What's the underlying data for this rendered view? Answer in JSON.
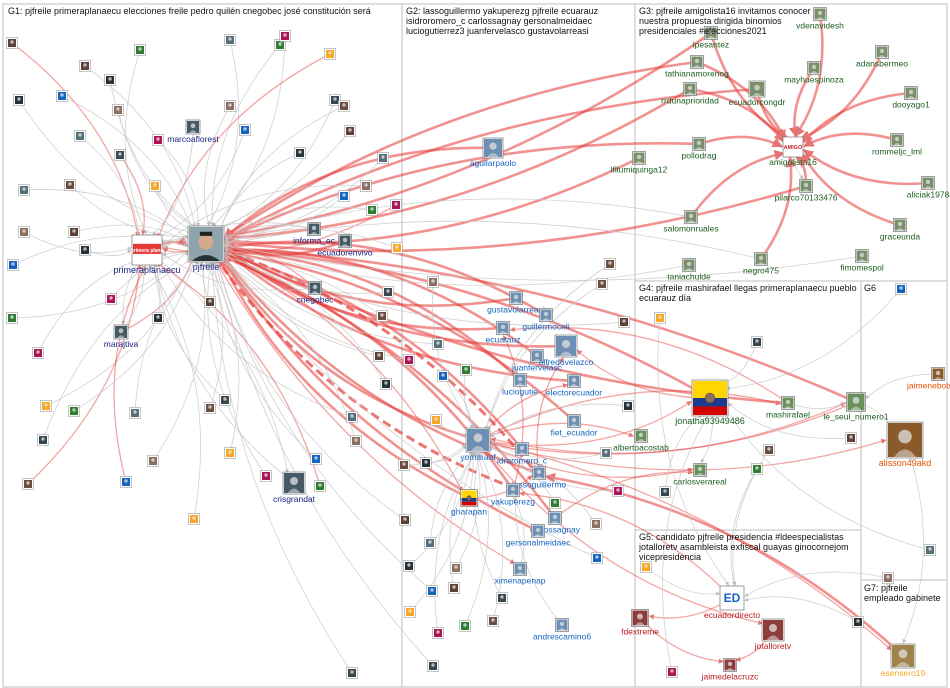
{
  "colors": {
    "G1": "#1a237e",
    "G2": "#1565c0",
    "G3": "#1b5e20",
    "G4": "#1b5e20",
    "G5": "#b71c1c",
    "G6": "#e65100",
    "G7": "#f9a825",
    "edge": "#c9c9c9",
    "edge_red": "#e53935",
    "frame": "#bdbdbd"
  },
  "groups": [
    {
      "id": "G1",
      "title": "G1: pjfreile primeraplanaecu elecciones freile pedro quilén cnegobec josé constitución será"
    },
    {
      "id": "G2",
      "title": "G2: lassoguillermo yakuperezg pjfreile ecuarauz isidroromero_c carlossagnay gersonalmeidaec luciogutierrez3 juanfervelasco gustavolarreasi"
    },
    {
      "id": "G3",
      "title": "G3: pjfreile amigolista16 invitamos conocer nuestra propuesta dirigida binomios presidenciales #elecciones2021"
    },
    {
      "id": "G4",
      "title": "G4: pjfreile mashirafael llegas primeraplanaecu pueblo ecuarauz día"
    },
    {
      "id": "G5",
      "title": "G5: candidato pjfreile presidencia #ldeespecialistas jotalloretv asambleista exfiscal guayas ginocornejom vicepresidencia"
    },
    {
      "id": "G6",
      "title": "G6"
    },
    {
      "id": "G7",
      "title": "G7: pjfreile empleado gabinete"
    }
  ],
  "nodes": [
    {
      "id": "pjfreile",
      "label": "pjfreile",
      "group": "G1",
      "icon": "face-photo"
    },
    {
      "id": "primeraplanaecu",
      "label": "primeraplanaecu",
      "group": "G1",
      "icon": "primera-plana-logo",
      "logo_text": "primera plana"
    },
    {
      "id": "marcoaflorest",
      "label": "marcoaflorest",
      "group": "G1",
      "icon": "avatar"
    },
    {
      "id": "informa_ec",
      "label": "informa_ec",
      "group": "G1",
      "icon": "avatar"
    },
    {
      "id": "ecuadorenvivo",
      "label": "ecuadorenvivo",
      "group": "G1",
      "icon": "avatar"
    },
    {
      "id": "cnegobec",
      "label": "cnegobec",
      "group": "G1",
      "icon": "avatar"
    },
    {
      "id": "marajtiva",
      "label": "marajtiva",
      "group": "G1",
      "icon": "avatar"
    },
    {
      "id": "crisgrandat",
      "label": "crisgrandat",
      "group": "G1",
      "icon": "avatar"
    },
    {
      "id": "aguilarpaolo",
      "label": "aguilarpaolo",
      "group": "G2",
      "icon": "avatar"
    },
    {
      "id": "gustavolarreasi",
      "label": "gustavolarreasi",
      "group": "G2",
      "icon": "avatar"
    },
    {
      "id": "guillermoceli",
      "label": "guillermoceli",
      "group": "G2",
      "icon": "avatar"
    },
    {
      "id": "ecuarauz",
      "label": "ecuarauz",
      "group": "G2",
      "icon": "avatar"
    },
    {
      "id": "juanfervelasc",
      "label": "juanfervelasc",
      "group": "G2",
      "icon": "avatar"
    },
    {
      "id": "alfredovelazco",
      "label": "alfredovelazco",
      "group": "G2",
      "icon": "avatar"
    },
    {
      "id": "luciogutie",
      "label": "luciogutie",
      "group": "G2",
      "icon": "avatar"
    },
    {
      "id": "electorecuador",
      "label": "electorecuador",
      "group": "G2",
      "icon": "avatar"
    },
    {
      "id": "fiet_ecuador",
      "label": "fiet_ecuador",
      "group": "G2",
      "icon": "avatar"
    },
    {
      "id": "yomaraaf",
      "label": "yomaraaf",
      "group": "G2",
      "icon": "avatar"
    },
    {
      "id": "idroromero_c",
      "label": "idroromero_c",
      "group": "G2",
      "icon": "avatar"
    },
    {
      "id": "lassoguillermo",
      "label": "lassoguillermo",
      "group": "G2",
      "icon": "avatar"
    },
    {
      "id": "yakuperezg",
      "label": "yakuperezg",
      "group": "G2",
      "icon": "avatar"
    },
    {
      "id": "gharapan",
      "label": "gharapan",
      "group": "G2",
      "icon": "ecuador-flag"
    },
    {
      "id": "carlossagnay",
      "label": "carlossagnay",
      "group": "G2",
      "icon": "avatar"
    },
    {
      "id": "gersonalmeidaec",
      "label": "gersonalmeidaec",
      "group": "G2",
      "icon": "avatar"
    },
    {
      "id": "ximenapenap",
      "label": "ximenapenap",
      "group": "G2",
      "icon": "avatar"
    },
    {
      "id": "andrescamino6",
      "label": "andrescamino6",
      "group": "G2",
      "icon": "avatar"
    },
    {
      "id": "vdenavidesh",
      "label": "vdenavidesh",
      "group": "G3",
      "icon": "avatar"
    },
    {
      "id": "lpesantez",
      "label": "lpesantez",
      "group": "G3",
      "icon": "avatar"
    },
    {
      "id": "adansbermeo",
      "label": "adansbermeo",
      "group": "G3",
      "icon": "avatar"
    },
    {
      "id": "tathianamorenog",
      "label": "tathianamorenog",
      "group": "G3",
      "icon": "avatar"
    },
    {
      "id": "mayhuespinoza",
      "label": "mayhuespinoza",
      "group": "G3",
      "icon": "avatar"
    },
    {
      "id": "rrdunaprioridad",
      "label": "rrdunaprioridad",
      "group": "G3",
      "icon": "avatar"
    },
    {
      "id": "ecuadorcongdr",
      "label": "ecuadorcongdr",
      "group": "G3",
      "icon": "avatar"
    },
    {
      "id": "dooyago1",
      "label": "dooyago1",
      "group": "G3",
      "icon": "avatar"
    },
    {
      "id": "amigolista16",
      "label": "amigolista16",
      "group": "G3",
      "icon": "amigo-logo",
      "logo_text": "AMIGO"
    },
    {
      "id": "pollodrag",
      "label": "pollodrag",
      "group": "G3",
      "icon": "avatar"
    },
    {
      "id": "rommeljc_lml",
      "label": "rommeljc_lml",
      "group": "G3",
      "icon": "avatar"
    },
    {
      "id": "lfllumiquinga12",
      "label": "lfllumiquinga12",
      "group": "G3",
      "icon": "avatar"
    },
    {
      "id": "aliciak1978",
      "label": "aliciak1978",
      "group": "G3",
      "icon": "avatar"
    },
    {
      "id": "pilarco70133476",
      "label": "pilarco70133476",
      "group": "G3",
      "icon": "avatar"
    },
    {
      "id": "salomonruales",
      "label": "salomonruales",
      "group": "G3",
      "icon": "avatar"
    },
    {
      "id": "graceunda",
      "label": "graceunda",
      "group": "G3",
      "icon": "avatar"
    },
    {
      "id": "fimomespol",
      "label": "fimomespol",
      "group": "G3",
      "icon": "avatar"
    },
    {
      "id": "negro475",
      "label": "negro475",
      "group": "G3",
      "icon": "avatar"
    },
    {
      "id": "taniachulde",
      "label": "taniachulde",
      "group": "G3",
      "icon": "avatar"
    },
    {
      "id": "jonatha93949486",
      "label": "jonatha93949486",
      "group": "G4",
      "icon": "ecuador-flag"
    },
    {
      "id": "mashirafael",
      "label": "mashirafael",
      "group": "G4",
      "icon": "avatar"
    },
    {
      "id": "le_seul_numero1",
      "label": "le_seul_numero1",
      "group": "G4",
      "icon": "avatar"
    },
    {
      "id": "albertoacostab",
      "label": "albertoacostab",
      "group": "G4",
      "icon": "avatar"
    },
    {
      "id": "carlosverareal",
      "label": "carlosverareal",
      "group": "G4",
      "icon": "avatar"
    },
    {
      "id": "ecuadordirecto",
      "label": "ecuadordirecto",
      "group": "G5",
      "icon": "ed-logo",
      "logo_text": "ED"
    },
    {
      "id": "fdextreme",
      "label": "fdextreme",
      "group": "G5",
      "icon": "avatar"
    },
    {
      "id": "jotalloretv",
      "label": "jotalloretv",
      "group": "G5",
      "icon": "avatar"
    },
    {
      "id": "jaimedelacruzc",
      "label": "jaimedelacruzc",
      "group": "G5",
      "icon": "avatar"
    },
    {
      "id": "jaimenebotsaadi",
      "label": "jaimenebotsaadi",
      "group": "G6",
      "icon": "avatar"
    },
    {
      "id": "alisson49akd",
      "label": "alisson49akd",
      "group": "G6",
      "icon": "avatar"
    },
    {
      "id": "esensero19",
      "label": "esensero19",
      "group": "G7",
      "icon": "avatar"
    }
  ]
}
